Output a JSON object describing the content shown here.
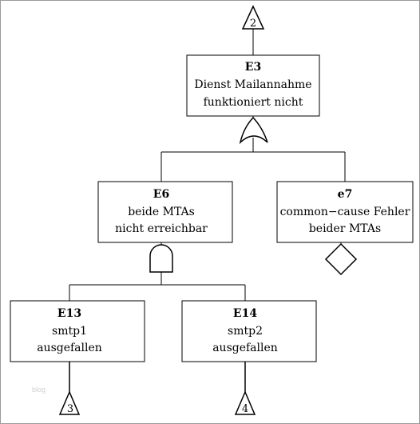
{
  "events": {
    "E3": {
      "id": "E3",
      "line1": "Dienst Mailannahme",
      "line2": "funktioniert nicht"
    },
    "E6": {
      "id": "E6",
      "line1": "beide MTAs",
      "line2": "nicht erreichbar"
    },
    "e7": {
      "id": "e7",
      "line1": "common−cause Fehler",
      "line2": "beider MTAs"
    },
    "E13": {
      "id": "E13",
      "line1": "smtp1",
      "line2": "ausgefallen"
    },
    "E14": {
      "id": "E14",
      "line1": "smtp2",
      "line2": "ausgefallen"
    }
  },
  "transfers": {
    "top": "2",
    "left": "3",
    "right": "4"
  },
  "gates": {
    "or_gate": "or-gate-icon",
    "and_gate": "and-gate-icon",
    "undeveloped": "diamond-icon",
    "transfer": "triangle-icon"
  },
  "watermark": "blog"
}
